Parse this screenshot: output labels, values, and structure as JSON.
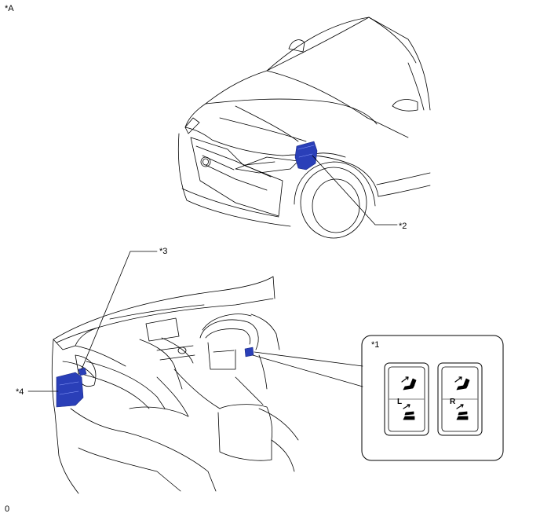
{
  "view_label": "*A",
  "callouts": {
    "c1": "*1",
    "c2": "*2",
    "c3": "*3",
    "c4": "*4"
  },
  "footer_code": "0",
  "switches": {
    "left_letter": "L",
    "right_letter": "R"
  },
  "colors": {
    "highlight": "#2a3fb8",
    "highlight_dark": "#1c2a86",
    "line": "#000000",
    "background": "#ffffff"
  }
}
